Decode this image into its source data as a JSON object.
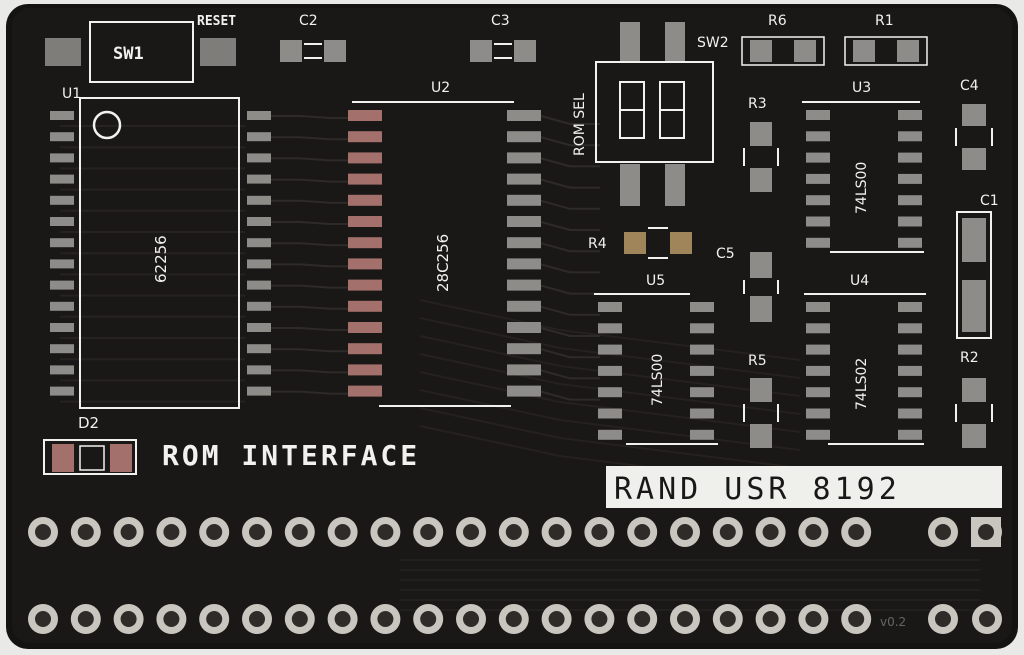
{
  "board": {
    "colors": {
      "pcb": "#171514",
      "pcb_edge": "#0f0e0e",
      "silkscreen": "#f1f1ee",
      "pad_tin": "#8e8c89",
      "pad_copper": "#a3706b",
      "trace": "#2a2725",
      "drill": "#2e2b29",
      "ring": "#c9c6c0"
    },
    "title": "ROM INTERFACE",
    "user_label": "RAND USR 8192",
    "version": "v0.2",
    "labels": {
      "sw1": "SW1",
      "reset": "RESET",
      "sw2": "SW2",
      "rom_sel": "ROM SEL",
      "u1": "U1",
      "u2": "U2",
      "u3": "U3",
      "u4": "U4",
      "u5": "U5",
      "c1": "C1",
      "c2": "C2",
      "c3": "C3",
      "c4": "C4",
      "c5": "C5",
      "r1": "R1",
      "r2": "R2",
      "r3": "R3",
      "r4": "R4",
      "r5": "R5",
      "r6": "R6",
      "d2": "D2",
      "ram_chip": "62256",
      "eeprom_chip": "28C256",
      "u3_chip": "74LS00",
      "u4_chip": "74LS02",
      "u5_chip": "74LS00"
    },
    "edge_connector": {
      "columns": 23,
      "rows": 2
    }
  }
}
